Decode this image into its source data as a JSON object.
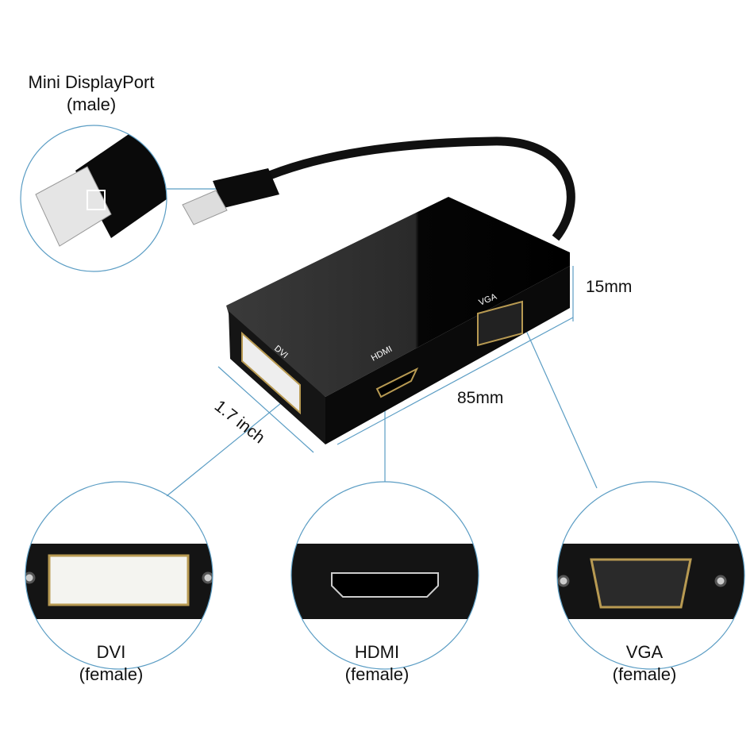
{
  "labels": {
    "minidp": {
      "name": "Mini DisplayPort",
      "type": "(male)"
    },
    "dvi": {
      "name": "DVI",
      "type": "(female)"
    },
    "hdmi": {
      "name": "HDMI",
      "type": "(female)"
    },
    "vga": {
      "name": "VGA",
      "type": "(female)"
    }
  },
  "device_labels": {
    "dvi": "DVI",
    "hdmi": "HDMI",
    "vga": "VGA"
  },
  "dimensions": {
    "height": "15mm",
    "length": "85mm",
    "width": "1.7 inch"
  },
  "colors": {
    "callout_line": "#5b9dc4",
    "body": "#111111",
    "connector_gold": "#b89a52"
  }
}
